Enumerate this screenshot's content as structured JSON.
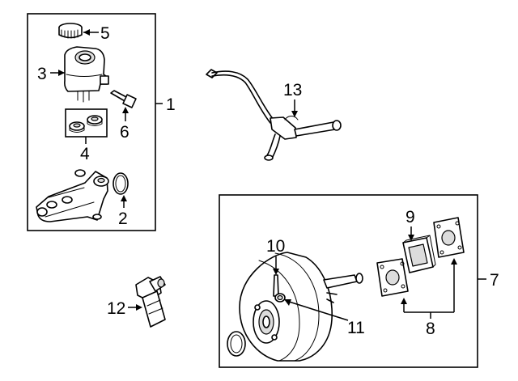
{
  "callouts": {
    "c1": "1",
    "c2": "2",
    "c3": "3",
    "c4": "4",
    "c5": "5",
    "c6": "6",
    "c7": "7",
    "c8": "8",
    "c9": "9",
    "c10": "10",
    "c11": "11",
    "c12": "12",
    "c13": "13"
  },
  "parts": {
    "master_cylinder_assembly": "master-cylinder-assembly",
    "o_ring": "o-ring",
    "reservoir": "reservoir",
    "grommets": "reservoir-grommets",
    "reservoir_cap": "reservoir-cap",
    "fluid_level_sensor": "fluid-level-sensor",
    "brake_booster": "brake-booster",
    "booster_gaskets": "booster-gaskets",
    "gasket_spacer": "gasket-spacer",
    "vacuum_sensor": "vacuum-sensor",
    "check_valve_grommet": "check-valve-grommet",
    "pressure_sensor": "pressure-sensor",
    "vacuum_hose": "vacuum-hose"
  }
}
